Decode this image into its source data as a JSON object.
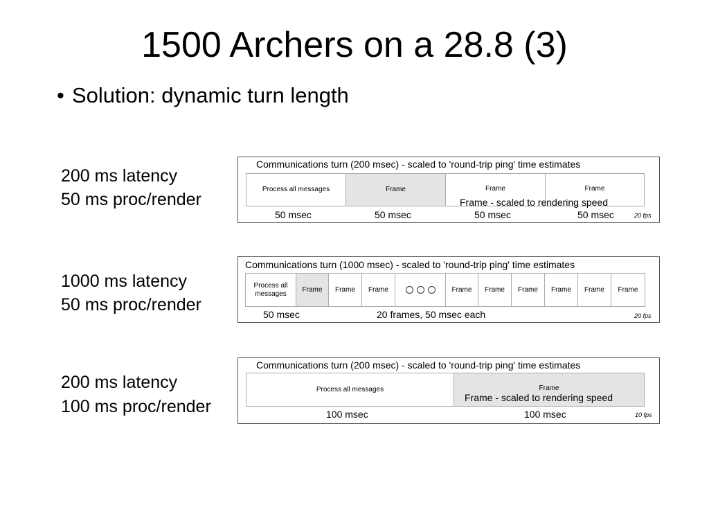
{
  "slide": {
    "title": "1500 Archers on a 28.8 (3)",
    "bullet": "Solution: dynamic turn length"
  },
  "scenarios": [
    {
      "latency": "200 ms latency",
      "proc": "50 ms proc/render",
      "caption": "Communications turn    (200 msec) - scaled to 'round-trip ping' time estimates",
      "cells": [
        "Process all messages",
        "Frame",
        "Frame",
        "Frame"
      ],
      "overlay": "Frame - scaled to rendering speed",
      "ticks": [
        "50 msec",
        "50 msec",
        "50 msec",
        "50 msec"
      ],
      "fps": "20 fps"
    },
    {
      "latency": "1000 ms latency",
      "proc": "50 ms proc/render",
      "caption": "Communications turn    (1000 msec) - scaled to 'round-trip ping' time estimates",
      "cells": [
        "Process all messages",
        "Frame",
        "Frame",
        "Frame",
        "Frame",
        "Frame",
        "Frame",
        "Frame",
        "Frame",
        "Frame"
      ],
      "ticks": [
        "50 msec",
        "20 frames, 50 msec each"
      ],
      "fps": "20 fps"
    },
    {
      "latency": "200 ms latency",
      "proc": "100 ms proc/render",
      "caption": "Communications turn    (200 msec) - scaled to 'round-trip ping' time estimates",
      "cells": [
        "Process all messages",
        "Frame"
      ],
      "overlay": "Frame - scaled to rendering speed",
      "ticks": [
        "100 msec",
        "100 msec"
      ],
      "fps": "10 fps"
    }
  ],
  "icons": {
    "ellipsis": "three-circles-icon"
  }
}
